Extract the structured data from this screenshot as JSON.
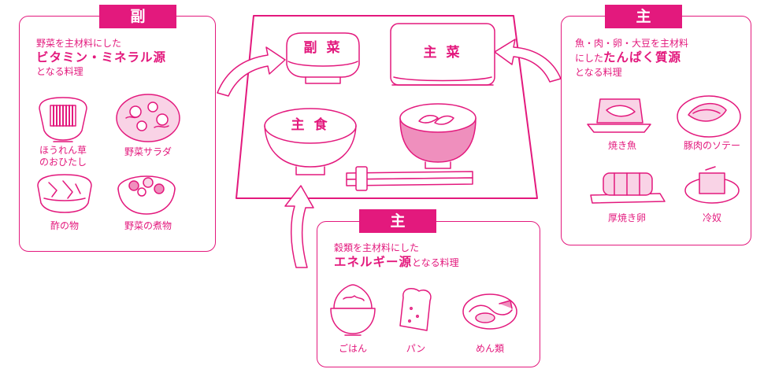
{
  "fukusai": {
    "badge": "副 菜",
    "desc_line1": "野菜を主材料にした",
    "desc_line2": "ビタミン・ミネラル源",
    "desc_line3": "となる料理",
    "items": [
      {
        "label": "ほうれん草\nのおひたし",
        "icon": "spinach-ohitashi-bowl-icon"
      },
      {
        "label": "野菜サラダ",
        "icon": "salad-bowl-icon"
      },
      {
        "label": "酢の物",
        "icon": "vinegared-dish-icon"
      },
      {
        "label": "野菜の煮物",
        "icon": "simmered-vegetables-icon"
      }
    ]
  },
  "shusai": {
    "badge": "主 菜",
    "desc_line1": "魚・肉・卵・大豆を主材料",
    "desc_line2_pre": "にした",
    "desc_line2_big": "たんぱく質源",
    "desc_line3": "となる料理",
    "items": [
      {
        "label": "焼き魚",
        "icon": "grilled-fish-icon"
      },
      {
        "label": "豚肉のソテー",
        "icon": "pork-saute-icon"
      },
      {
        "label": "厚焼き卵",
        "icon": "thick-omelette-icon"
      },
      {
        "label": "冷奴",
        "icon": "cold-tofu-icon"
      }
    ]
  },
  "shushoku": {
    "badge": "主 食",
    "desc_line1": "穀類を主材料にした",
    "desc_line2_big": "エネルギー源",
    "desc_line2_post": "となる料理",
    "items": [
      {
        "label": "ごはん",
        "icon": "rice-bowl-icon"
      },
      {
        "label": "パン",
        "icon": "bread-icon"
      },
      {
        "label": "めん類",
        "icon": "noodle-bowl-icon"
      }
    ]
  },
  "tray": {
    "side_dish": "副 菜",
    "main_dish": "主 菜",
    "staple": "主 食"
  },
  "colors": {
    "accent": "#e3197d",
    "soup_fill": "#ef8fbd",
    "light_fill": "#f9d3e6"
  }
}
